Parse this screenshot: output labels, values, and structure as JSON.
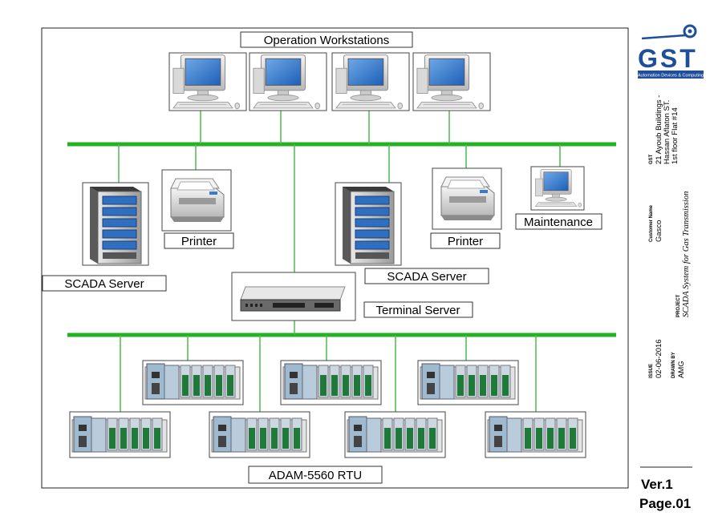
{
  "diagram": {
    "labels": {
      "workstations": "Operation Workstations",
      "scada_server_left": "SCADA Server",
      "scada_server_right": "SCADA Server",
      "printer_left": "Printer",
      "printer_right": "Printer",
      "maintenance": "Maintenance",
      "terminal_server": "Terminal Server",
      "rtu": "ADAM-5560 RTU"
    }
  },
  "title_block": {
    "logo_text": "GST",
    "logo_tagline": "Automation Devices & Computing",
    "company_label": "GST",
    "address_line1": "21 Ayoub Buildings -",
    "address_line2": "Hassan Aflaton ST.",
    "address_line3": "1st floor Flat #14",
    "customer_label": "Customer Name",
    "customer": "Gasco",
    "project_label": "PROJECT",
    "project": "SCADA System for Gas Transmission",
    "issue_label": "ISSUE",
    "issue_date": "02-06-2016",
    "drawn_label": "DRAWN BY",
    "drawn_by": "AMG",
    "version": "Ver.1",
    "page": "Page.01"
  },
  "colors": {
    "network_bus": "#22b222",
    "drop_line": "#4dbb4d",
    "logo_blue": "#1f4e9a"
  }
}
